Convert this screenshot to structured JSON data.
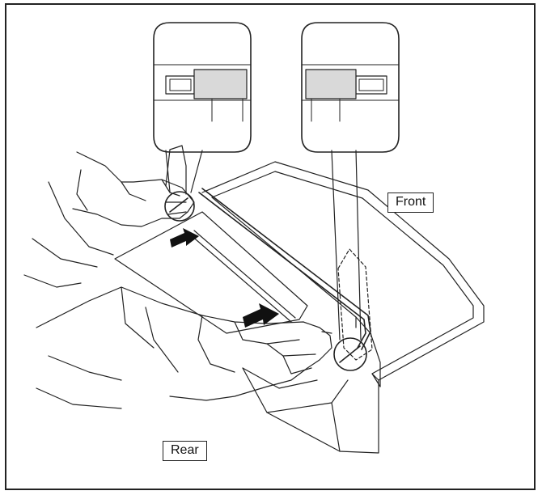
{
  "labels": {
    "front": "Front",
    "rear": "Rear"
  },
  "colors": {
    "line": "#222222",
    "detail_fill": "#d9d9d9",
    "arrow": "#111111",
    "background": "#ffffff"
  },
  "icons": {
    "arrows": "push-direction-arrow",
    "callouts": "magnify-callout"
  }
}
